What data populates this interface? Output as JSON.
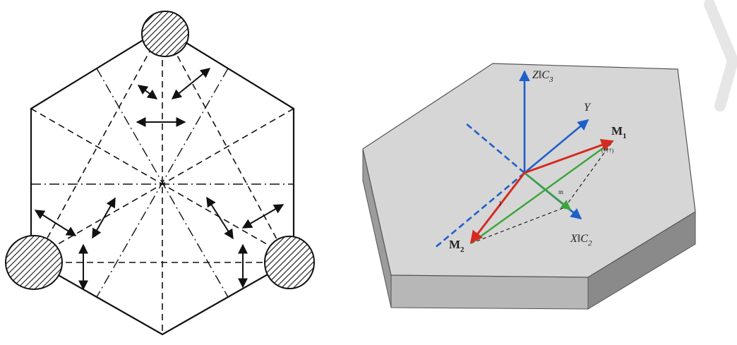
{
  "colors": {
    "line": "#111111",
    "plate_top": "#d6d6d6",
    "plate_side": "#8a8a8a",
    "plate_front": "#b7b7b7",
    "axis_blue": "#1f5fc9",
    "vector_red": "#d42a1f",
    "vector_green": "#3aa53a",
    "watermark": "#e6e6e6"
  },
  "right_diagram": {
    "z_axis_label": "Z‖C",
    "z_axis_sub": "3",
    "y_axis_label": "Y",
    "x_axis_label": "X‖C",
    "x_axis_sub": "2",
    "m1_label": "M",
    "m1_sub": "1",
    "m2_label": "M",
    "m2_sub": "2",
    "l_label": "l",
    "m_label": "m",
    "plane_label": "(†††)"
  }
}
